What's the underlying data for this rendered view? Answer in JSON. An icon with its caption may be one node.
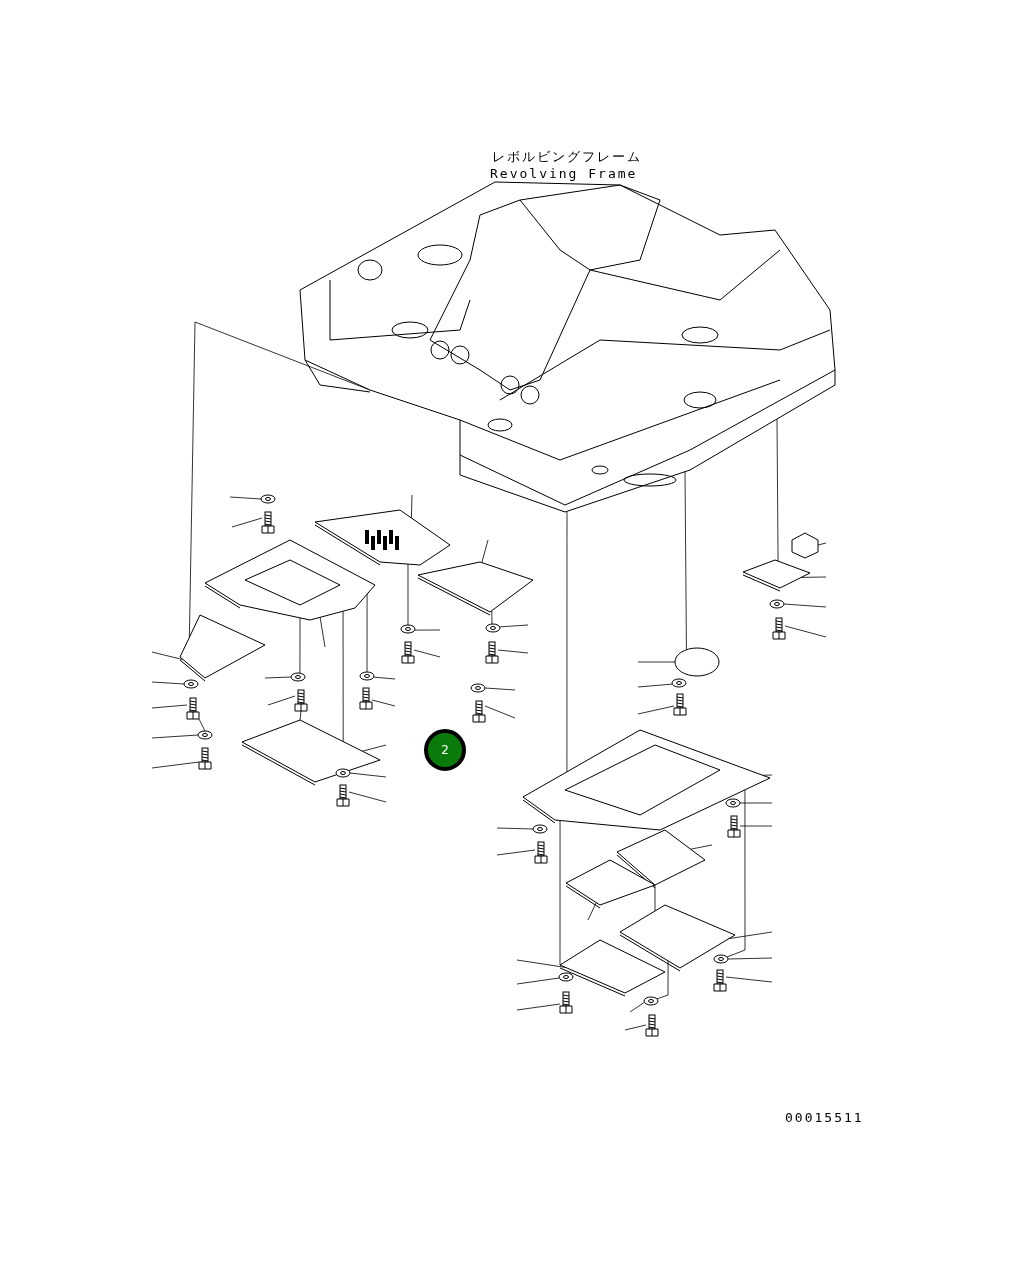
{
  "diagram": {
    "nodes": [
      {
        "text": [],
        "shape": "picture",
        "beside": [
          "レボルビングフレーム",
          "Revolving Frame"
        ]
      },
      {
        "text": [],
        "shape": "plate"
      },
      {
        "text": [],
        "shape": "plate"
      },
      {
        "text": [],
        "shape": "plate"
      },
      {
        "text": [],
        "shape": "plate"
      },
      {
        "text": [],
        "shape": "plate"
      },
      {
        "text": [],
        "shape": "plate"
      },
      {
        "text": [],
        "shape": "plate"
      },
      {
        "text": [],
        "shape": "plate"
      },
      {
        "text": [],
        "shape": "plate"
      },
      {
        "text": [],
        "shape": "plate"
      },
      {
        "text": [],
        "shape": "plate"
      },
      {
        "text": [],
        "shape": "bracket"
      },
      {
        "text": [],
        "shape": "disc"
      },
      {
        "text": [],
        "shape": "washer"
      },
      {
        "text": [],
        "shape": "washer"
      },
      {
        "text": [],
        "shape": "washer"
      },
      {
        "text": [],
        "shape": "washer"
      },
      {
        "text": [],
        "shape": "washer"
      },
      {
        "text": [],
        "shape": "washer"
      },
      {
        "text": [],
        "shape": "washer"
      },
      {
        "text": [],
        "shape": "washer"
      },
      {
        "text": [],
        "shape": "washer"
      },
      {
        "text": [],
        "shape": "washer"
      },
      {
        "text": [],
        "shape": "washer"
      },
      {
        "text": [],
        "shape": "washer"
      },
      {
        "text": [],
        "shape": "washer"
      },
      {
        "text": [],
        "shape": "washer"
      },
      {
        "text": [],
        "shape": "washer"
      },
      {
        "text": [],
        "shape": "washer"
      },
      {
        "text": [],
        "shape": "bolt"
      },
      {
        "text": [],
        "shape": "bolt"
      },
      {
        "text": [],
        "shape": "bolt"
      },
      {
        "text": [],
        "shape": "bolt"
      },
      {
        "text": [],
        "shape": "bolt"
      },
      {
        "text": [],
        "shape": "bolt"
      },
      {
        "text": [],
        "shape": "bolt"
      },
      {
        "text": [],
        "shape": "bolt"
      },
      {
        "text": [],
        "shape": "bolt"
      },
      {
        "text": [],
        "shape": "bolt"
      },
      {
        "text": [],
        "shape": "bolt"
      },
      {
        "text": [],
        "shape": "bolt"
      },
      {
        "text": [],
        "shape": "bolt"
      },
      {
        "text": [],
        "shape": "bolt"
      },
      {
        "text": [],
        "shape": "bolt"
      },
      {
        "text": [],
        "shape": "bolt"
      },
      {
        "text": [
          "2"
        ]
      }
    ],
    "edges": [
      {
        "from": null,
        "to": 14,
        "arrow": "none"
      },
      {
        "from": null,
        "to": 30,
        "arrow": "none"
      },
      {
        "from": null,
        "to": 1,
        "arrow": "none"
      },
      {
        "from": null,
        "to": 3,
        "arrow": "none"
      },
      {
        "from": null,
        "to": 15,
        "arrow": "none"
      },
      {
        "from": null,
        "to": 31,
        "arrow": "none"
      },
      {
        "from": null,
        "to": 16,
        "arrow": "none"
      },
      {
        "from": null,
        "to": 32,
        "arrow": "none"
      },
      {
        "from": null,
        "to": 17,
        "arrow": "none"
      },
      {
        "from": null,
        "to": 33,
        "arrow": "none"
      },
      {
        "from": null,
        "to": 2,
        "arrow": "none"
      },
      {
        "from": null,
        "to": 18,
        "arrow": "none"
      },
      {
        "from": null,
        "to": 34,
        "arrow": "none"
      },
      {
        "from": null,
        "to": 4,
        "arrow": "none"
      },
      {
        "from": null,
        "to": 19,
        "arrow": "none"
      },
      {
        "from": null,
        "to": 35,
        "arrow": "none"
      },
      {
        "from": null,
        "to": 21,
        "arrow": "none"
      },
      {
        "from": null,
        "to": 37,
        "arrow": "none"
      },
      {
        "from": null,
        "to": 5,
        "arrow": "none"
      },
      {
        "from": null,
        "to": 22,
        "arrow": "none"
      },
      {
        "from": null,
        "to": 38,
        "arrow": "none"
      },
      {
        "from": null,
        "to": 20,
        "arrow": "none"
      },
      {
        "from": null,
        "to": 36,
        "arrow": "none"
      },
      {
        "from": null,
        "to": 13,
        "arrow": "none"
      },
      {
        "from": null,
        "to": 26,
        "arrow": "none"
      },
      {
        "from": null,
        "to": 42,
        "arrow": "none"
      },
      {
        "from": null,
        "to": 6,
        "arrow": "none"
      },
      {
        "from": null,
        "to": 24,
        "arrow": "none"
      },
      {
        "from": null,
        "to": 40,
        "arrow": "none"
      },
      {
        "from": null,
        "to": 23,
        "arrow": "none"
      },
      {
        "from": null,
        "to": 39,
        "arrow": "none"
      },
      {
        "from": null,
        "to": 7,
        "arrow": "none"
      },
      {
        "from": null,
        "to": 8,
        "arrow": "none"
      },
      {
        "from": null,
        "to": 9,
        "arrow": "none"
      },
      {
        "from": null,
        "to": 27,
        "arrow": "none"
      },
      {
        "from": null,
        "to": 43,
        "arrow": "none"
      },
      {
        "from": null,
        "to": 10,
        "arrow": "none"
      },
      {
        "from": null,
        "to": 28,
        "arrow": "none"
      },
      {
        "from": null,
        "to": 44,
        "arrow": "none"
      },
      {
        "from": null,
        "to": 29,
        "arrow": "none"
      },
      {
        "from": null,
        "to": 45,
        "arrow": "none"
      },
      {
        "from": null,
        "to": 12,
        "arrow": "none"
      },
      {
        "from": null,
        "to": 11,
        "arrow": "none"
      },
      {
        "from": null,
        "to": 25,
        "arrow": "none"
      },
      {
        "from": null,
        "to": 41,
        "arrow": "none"
      },
      {
        "from": 0,
        "to": 4,
        "arrow": "none"
      },
      {
        "from": 0,
        "to": 6,
        "arrow": "none"
      },
      {
        "from": 0,
        "to": 13,
        "arrow": "none"
      },
      {
        "from": 0,
        "to": 11,
        "arrow": "none"
      },
      {
        "from": 2,
        "to": 5,
        "arrow": "none"
      },
      {
        "from": 1,
        "to": 15,
        "arrow": "none"
      },
      {
        "from": 3,
        "to": 16,
        "arrow": "none"
      },
      {
        "from": 7,
        "to": 9,
        "arrow": "none"
      },
      {
        "from": 6,
        "to": 27,
        "arrow": "none"
      },
      {
        "from": 35,
        "to": 21,
        "arrow": "none"
      },
      {
        "from": 2,
        "to": 17,
        "arrow": "none"
      },
      {
        "from": 2,
        "to": 18,
        "arrow": "none"
      },
      {
        "from": 6,
        "to": 10,
        "arrow": "none"
      },
      {
        "from": 9,
        "to": 29,
        "arrow": "none"
      },
      {
        "from": 33,
        "to": 5,
        "arrow": "none"
      }
    ],
    "labels": [
      "00015511"
    ]
  }
}
